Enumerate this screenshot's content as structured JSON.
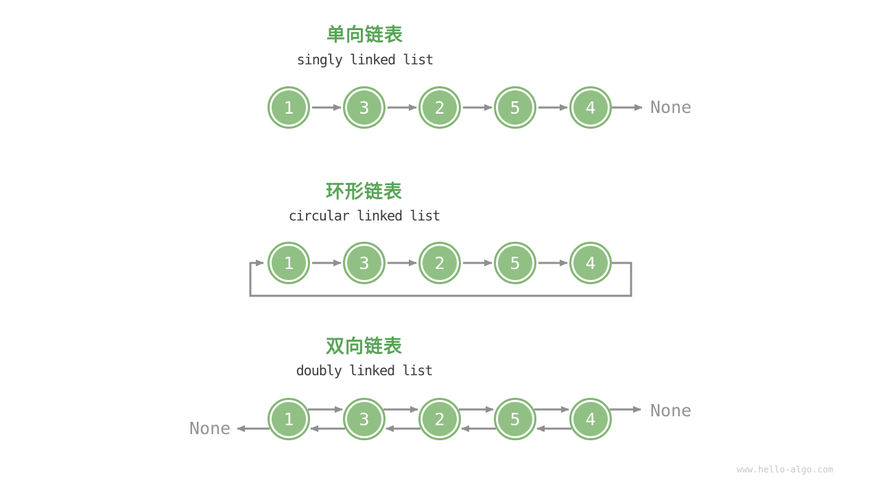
{
  "colors": {
    "node_fill": "#90c083",
    "node_border": "#82b674",
    "title_green": "#58a357",
    "subtitle_dark": "#3b3b3b",
    "arrow_gray": "#8f8f8f",
    "none_gray": "#939393",
    "watermark_gray": "#c9c9c9"
  },
  "sections": [
    {
      "title": "单向链表",
      "subtitle": "singly linked list",
      "nodes": [
        "1",
        "3",
        "2",
        "5",
        "4"
      ],
      "tail_label": "None"
    },
    {
      "title": "环形链表",
      "subtitle": "circular linked list",
      "nodes": [
        "1",
        "3",
        "2",
        "5",
        "4"
      ]
    },
    {
      "title": "双向链表",
      "subtitle": "doubly linked list",
      "nodes": [
        "1",
        "3",
        "2",
        "5",
        "4"
      ],
      "head_label": "None",
      "tail_label": "None"
    }
  ],
  "watermark": "www.hello-algo.com"
}
